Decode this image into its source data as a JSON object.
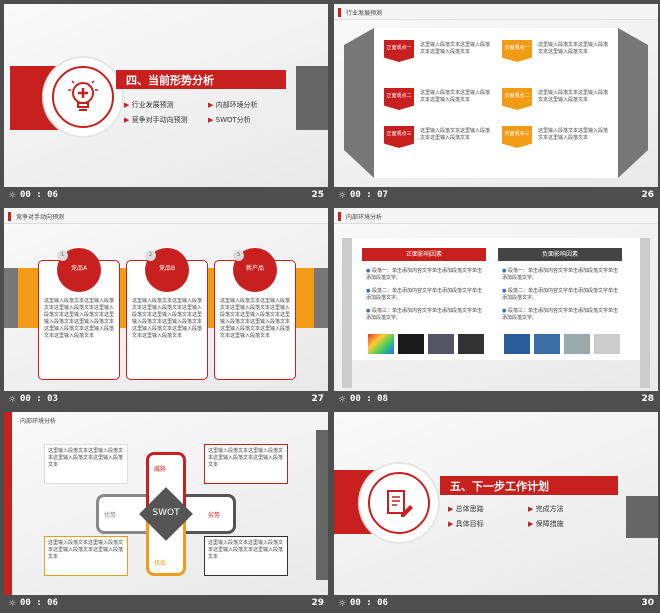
{
  "slides": [
    {
      "time": "00 : 06",
      "num": "25",
      "title": "四、当前形势分析",
      "items": [
        "行业发展预测",
        "内部环境分析",
        "竞争对手动向预测",
        "SWOT分析"
      ]
    },
    {
      "time": "00 : 07",
      "num": "26",
      "header": "行业发展预测",
      "left": [
        "正面观点一",
        "正面观点二",
        "正面观点三"
      ],
      "right": [
        "负面观点一",
        "负面观点二",
        "负面观点三"
      ],
      "text": "这里输入段落文本这里输入段落文本这里输入段落文本"
    },
    {
      "time": "00 : 03",
      "num": "27",
      "header": "竞争对手动向预测",
      "cols": [
        {
          "n": "1",
          "label": "竞品A"
        },
        {
          "n": "2",
          "label": "竞品B"
        },
        {
          "n": "3",
          "label": "新产品"
        }
      ],
      "text": "这里输入段落文本这里输入段落文本这里输入段落文本这里输入段落文本这里输入段落文本这里输入段落文本这里输入段落文本这里输入段落文本这里输入段落文本这里输入段落文本"
    },
    {
      "time": "00 : 08",
      "num": "28",
      "header": "内部环境分析",
      "pos": "正面影响因素",
      "neg": "负面影响因素",
      "bullets": [
        "段落一：单击添加内容文字单击添加段落文字单击添加段落文字。",
        "段落二：单击添加内容文字单击添加段落文字单击添加段落文字。",
        "段落三：单击添加内容文字单击添加段落文字单击添加段落文字。"
      ]
    },
    {
      "time": "00 : 06",
      "num": "29",
      "header": "内部环境分析",
      "swot": "SWOT",
      "labels": {
        "top": "威胁",
        "left": "优势",
        "right": "劣势",
        "bottom": "机会"
      },
      "text": "这里输入段落文本这里输入段落文本这里输入段落文本这里输入段落文本"
    },
    {
      "time": "00 : 06",
      "num": "30",
      "title": "五、下一步工作计划",
      "items": [
        "总体思路",
        "完成方法",
        "具体目标",
        "保障措施"
      ]
    }
  ],
  "colors": {
    "red": "#c8201f",
    "orange": "#f29b16",
    "gray": "#666666"
  }
}
